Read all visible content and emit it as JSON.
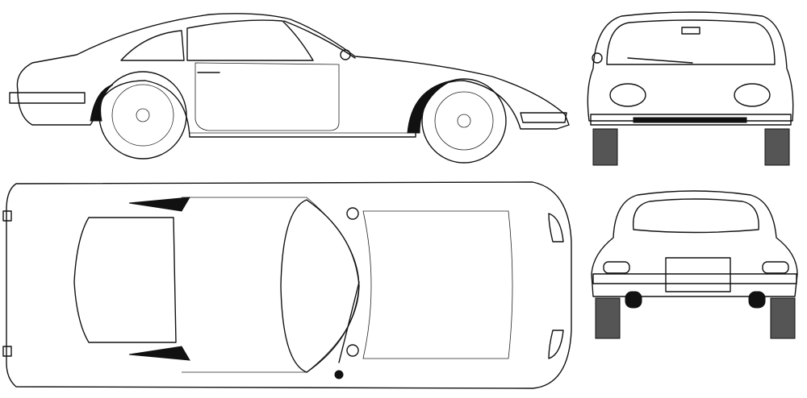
{
  "colors": {
    "line": "#111111",
    "background": "#ffffff",
    "shadow": "#111111"
  },
  "views": [
    "side",
    "front",
    "top",
    "rear"
  ]
}
